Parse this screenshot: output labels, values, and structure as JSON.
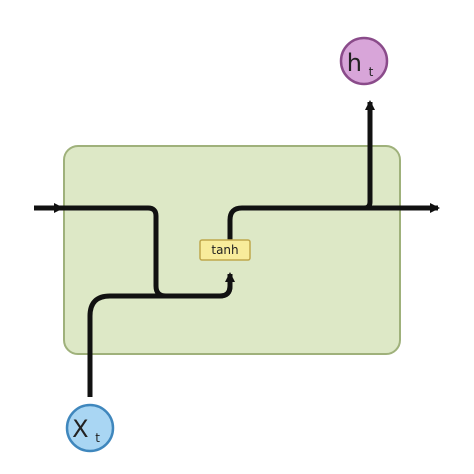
{
  "diagram": {
    "operation_label": "tanh",
    "input_label": {
      "main": "X",
      "subscript": "t"
    },
    "output_label": {
      "main": "h",
      "subscript": "t"
    }
  },
  "colors": {
    "cell_fill": "#dde8c6",
    "cell_border": "#9fb17b",
    "line": "#111111",
    "tanh_fill": "#f8ec9b",
    "tanh_border": "#bfa74c",
    "input_fill": "#a9d6f3",
    "input_border": "#3f87bd",
    "output_fill": "#d8a5d9",
    "output_border": "#8a4b8a"
  }
}
